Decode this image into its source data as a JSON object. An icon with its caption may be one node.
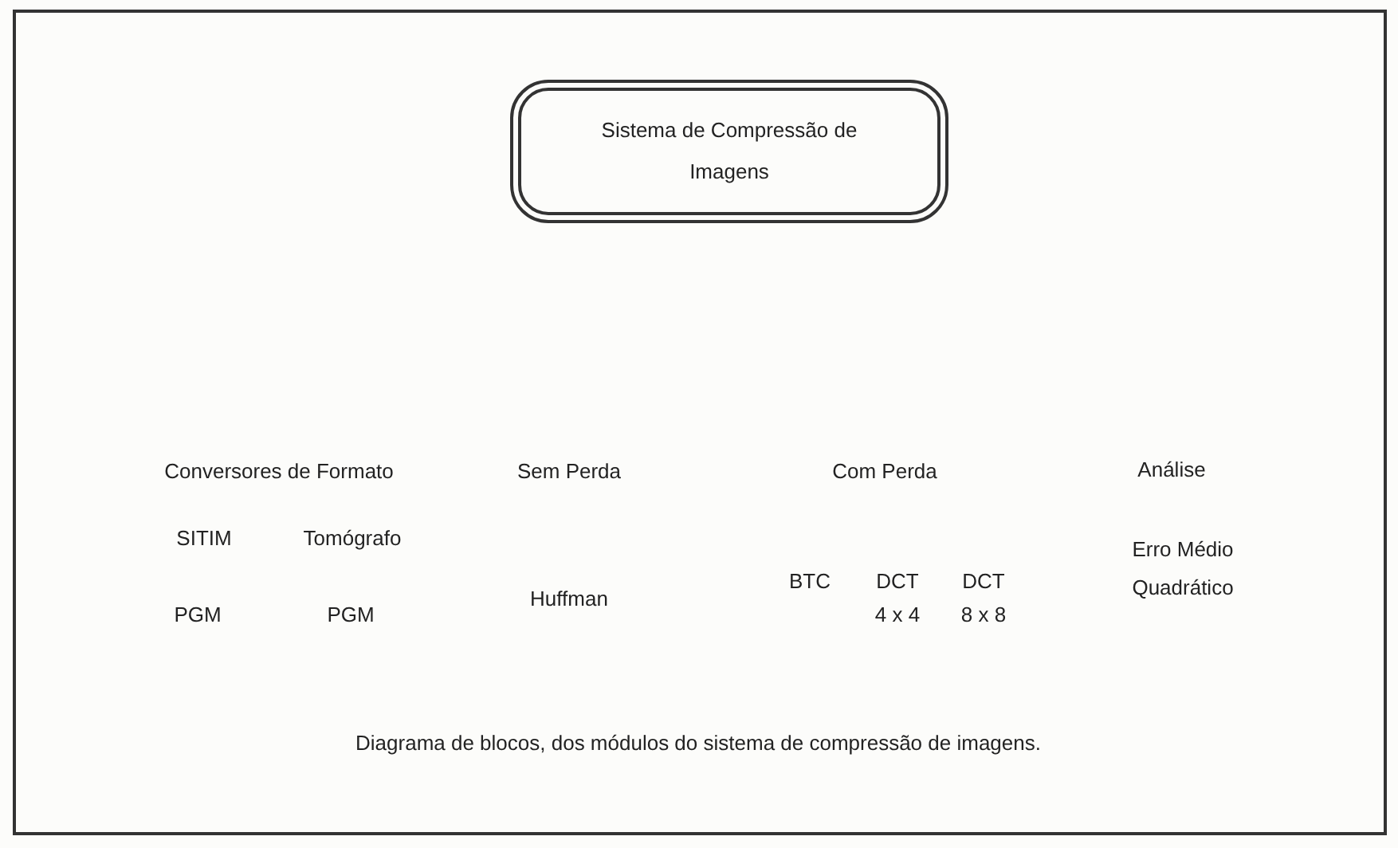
{
  "diagram": {
    "caption": "Diagrama de blocos, dos módulos do sistema de compressão de imagens.",
    "nodes": [
      {
        "text": [
          "Sistema de Compressão de Imagens"
        ]
      }
    ],
    "labels": [
      "Conversores de Formato",
      "Sem Perda",
      "Com Perda",
      "Análise",
      "SITIM",
      "Tomógrafo",
      "Erro Médio Quadrático",
      "BTC",
      "DCT",
      "DCT",
      "PGM",
      "PGM",
      "Huffman",
      "4 x 4",
      "8 x 8"
    ]
  }
}
